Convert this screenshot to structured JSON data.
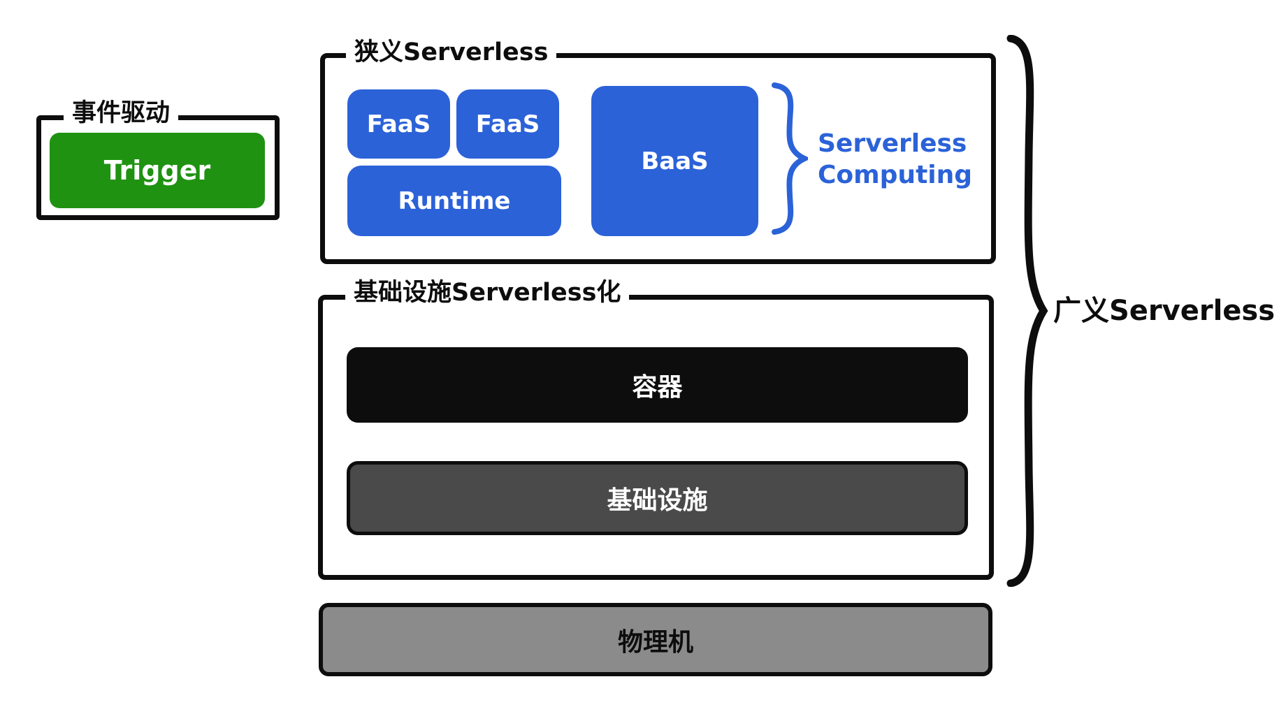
{
  "colors": {
    "blue": "#2B62D8",
    "green": "#1F9212",
    "ink": "#0D0D0D",
    "dark-gray": "#4A4A4A",
    "mid-gray": "#8B8B8B"
  },
  "event_group": {
    "label": "事件驱动",
    "trigger": "Trigger"
  },
  "narrow_serverless": {
    "label": "狭义Serverless",
    "faas_1": "FaaS",
    "faas_2": "FaaS",
    "runtime": "Runtime",
    "baas": "BaaS",
    "brace_label_line1": "Serverless",
    "brace_label_line2": "Computing"
  },
  "infra_group": {
    "label": "基础设施Serverless化",
    "container": "容器",
    "infrastructure": "基础设施"
  },
  "physical_machine": "物理机",
  "broad_serverless": {
    "label": "广义Serverless"
  }
}
